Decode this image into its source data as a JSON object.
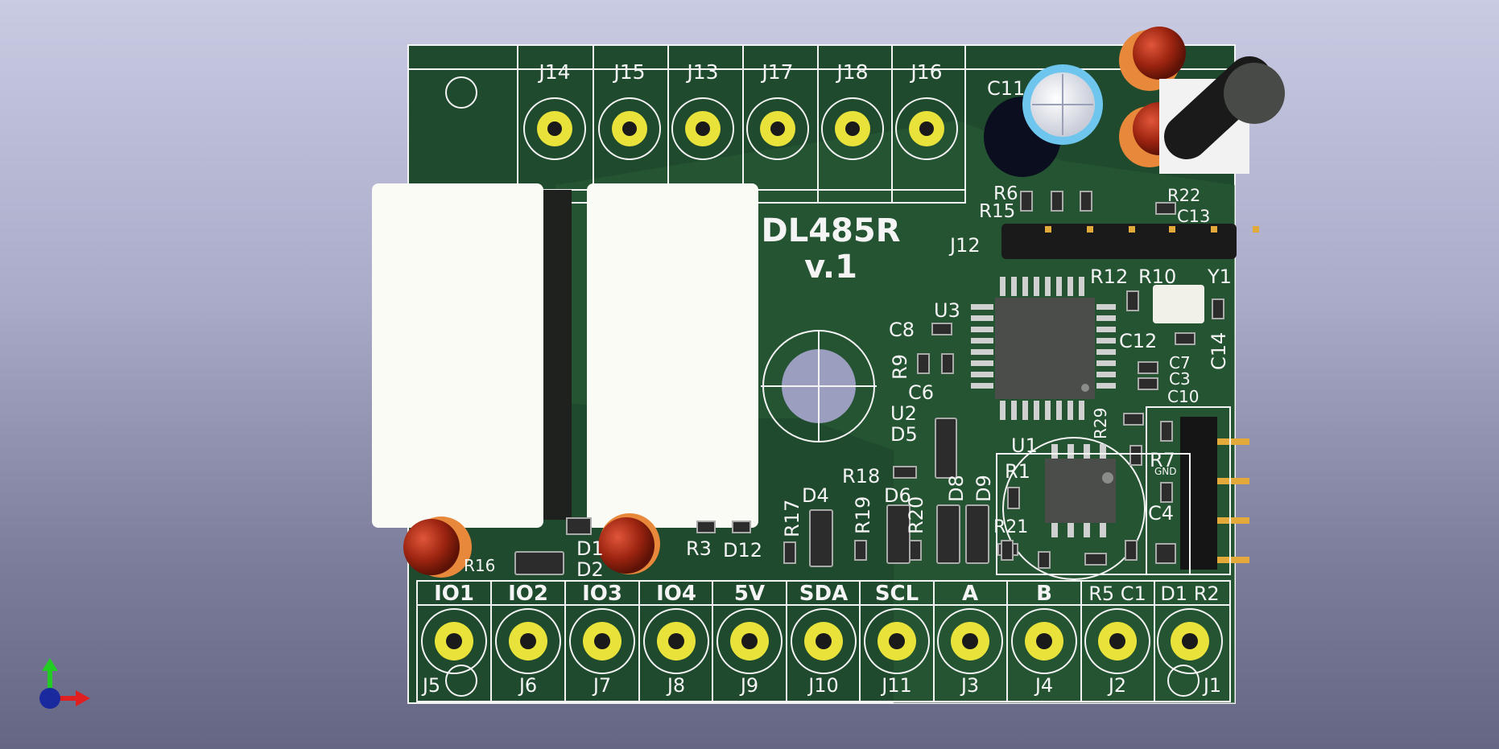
{
  "board": {
    "title": "DL485R",
    "version": "v.1"
  },
  "colors": {
    "pcb": "#1f4a2e",
    "pcb_light": "#2b5e38",
    "silkscreen": "#f4f4f4",
    "pad": "#e8e23a",
    "relay_body": "#fbfbf6",
    "led": "#a8260e"
  },
  "top_connectors": [
    {
      "ref": "J14"
    },
    {
      "ref": "J15"
    },
    {
      "ref": "J13"
    },
    {
      "ref": "J17"
    },
    {
      "ref": "J18"
    },
    {
      "ref": "J16"
    }
  ],
  "bottom_terminals": [
    {
      "label": "IO1",
      "ref": "J5"
    },
    {
      "label": "IO2",
      "ref": "J6"
    },
    {
      "label": "IO3",
      "ref": "J7"
    },
    {
      "label": "IO4",
      "ref": "J8"
    },
    {
      "label": "5V",
      "ref": "J9"
    },
    {
      "label": "SDA",
      "ref": "J10"
    },
    {
      "label": "SCL",
      "ref": "J11"
    },
    {
      "label": "A",
      "ref": "J3"
    },
    {
      "label": "B",
      "ref": "J4"
    },
    {
      "label": "R5 C1",
      "ref": "J2"
    },
    {
      "label": "D1 R2",
      "ref": "J1"
    }
  ],
  "component_labels": {
    "c11": "C11",
    "r6": "R6",
    "r15": "R15",
    "r22": "R22",
    "c13": "C13",
    "j12": "J12",
    "r12": "R12",
    "r10": "R10",
    "y1": "Y1",
    "u3": "U3",
    "c8": "C8",
    "r9": "R9",
    "c6": "C6",
    "c12": "C12",
    "c14": "C14",
    "c7": "C7",
    "c3": "C3",
    "c10": "C10",
    "u2": "U2",
    "d5": "D5",
    "r29": "R29",
    "u1": "U1",
    "r1": "R1",
    "r7": "R7",
    "gnd": "GND",
    "c4": "C4",
    "r18": "R18",
    "d8": "D8",
    "d9": "D9",
    "r21": "R21",
    "d4": "D4",
    "r17": "R17",
    "r19": "R19",
    "d6": "D6",
    "r20": "R20",
    "d1": "D1",
    "d2": "D2",
    "r16": "R16",
    "r3": "R3",
    "d12": "D12"
  }
}
